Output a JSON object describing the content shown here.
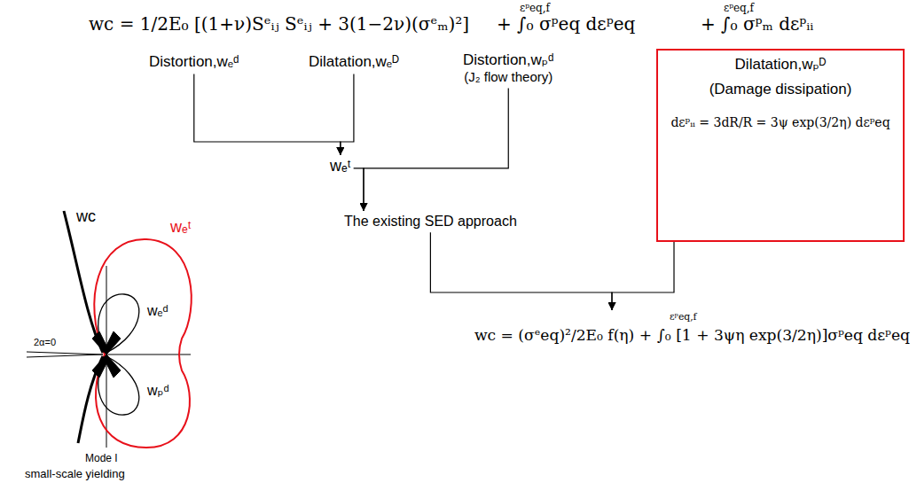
{
  "diagram": {
    "nodes": [
      {
        "text": [
          "Distortion,wₑᵈ"
        ]
      },
      {
        "text": [
          "Dilatation,wₑᴰ"
        ]
      },
      {
        "text": [
          "wₑᵗ"
        ]
      },
      {
        "text": [
          "Distortion,wₚᵈ",
          "(J₂ flow theory)"
        ]
      },
      {
        "text": [
          "The existing SED approach"
        ]
      },
      {
        "text": [
          "Dilatation,wₚᴰ",
          "(Damage dissipation)",
          "dεᵖᵢᵢ = 3dR/R = 3ψ exp(3/2η) dεᵖeq"
        ]
      },
      {
        "text": [
          "wc = (σᵉeq)²/2E₀ f(η) +",
          "εᵖeq,f",
          "∫₀ [1 + 3ψη exp(3/2η)]σᵖeq dεᵖeq"
        ]
      }
    ],
    "edges": [
      {
        "from": 0,
        "to": 2,
        "arrow": "to"
      },
      {
        "from": 1,
        "to": 2,
        "arrow": "to"
      },
      {
        "from": 2,
        "to": 4,
        "arrow": "to"
      },
      {
        "from": 3,
        "to": 4,
        "arrow": "to"
      },
      {
        "from": 4,
        "to": 6,
        "arrow": "to"
      },
      {
        "from": 5,
        "to": 6,
        "arrow": "to"
      }
    ],
    "labels": [
      "wc = 1/2E₀ [(1+ν)Sᵉᵢⱼ Sᵉᵢⱼ + 3(1−2ν)(σᵉₘ)²]",
      "+ ∫₀ σᵖeq dεᵖeq",
      "εᵖeq,f",
      "+ ∫₀ σᵖₘ dεᵖᵢᵢ",
      "εᵖeq,f",
      "wc",
      "wₑᵗ",
      "wₑᵈ",
      "wₚᵈ",
      "2α=0",
      "Mode I",
      "small-scale yielding"
    ]
  }
}
